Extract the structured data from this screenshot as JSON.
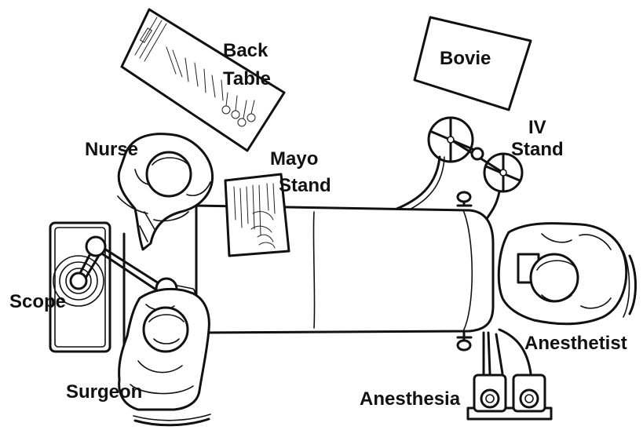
{
  "labels": {
    "back_table": [
      "Back",
      "Table"
    ],
    "bovie": "Bovie",
    "iv_stand": [
      "IV",
      "Stand"
    ],
    "nurse": "Nurse",
    "mayo_stand": [
      "Mayo",
      "Stand"
    ],
    "scope": "Scope",
    "anesthetist": "Anesthetist",
    "surgeon": "Surgeon",
    "anesthesia": "Anesthesia"
  },
  "colors": {
    "ink": "#111111",
    "paper": "#ffffff"
  }
}
